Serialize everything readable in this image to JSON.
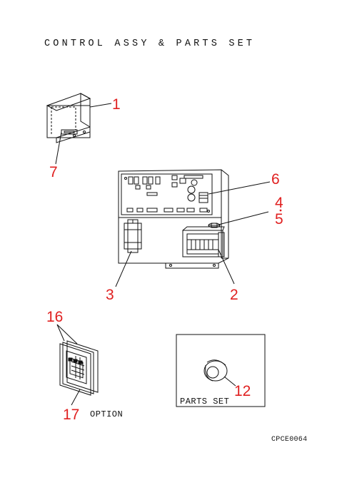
{
  "title": "CONTROL  ASSY  &  PARTS SET",
  "document_id": "CPCE0064",
  "callouts": {
    "c1": "1",
    "c2": "2",
    "c3": "3",
    "c4": "4",
    "c5": "5",
    "c6": "6",
    "c7": "7",
    "c12": "12",
    "c16": "16",
    "c17": "17"
  },
  "labels": {
    "option": "OPTION",
    "parts_set": "PARTS SET"
  },
  "colors": {
    "line": "#111111",
    "callout": "#e02020"
  }
}
